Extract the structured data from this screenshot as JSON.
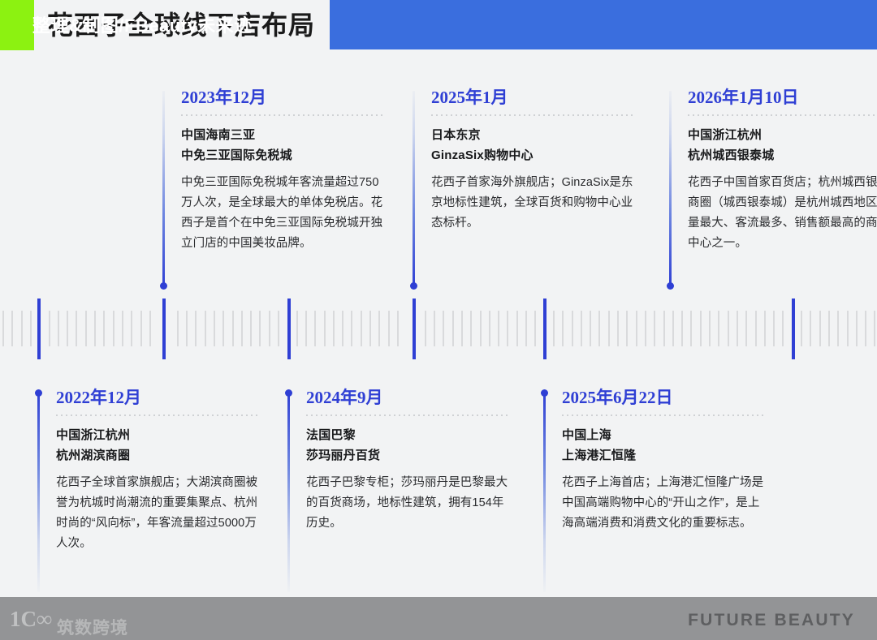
{
  "header": {
    "title": "花西子全球线下店布局",
    "green_accent": "#8cf211",
    "blue_accent": "#3a6ede"
  },
  "timeline": {
    "accent_color": "#2f3fd4",
    "tick_color": "#d9dadc",
    "events": [
      {
        "position": "bottom",
        "date": "2022年12月",
        "city": "中国浙江杭州",
        "venue": "杭州湖滨商圈",
        "description": "花西子全球首家旗舰店；大湖滨商圈被誉为杭城时尚潮流的重要集聚点、杭州时尚的“风向标”，年客流量超过5000万人次。"
      },
      {
        "position": "top",
        "date": "2023年12月",
        "city": "中国海南三亚",
        "venue": "中免三亚国际免税城",
        "description": "中免三亚国际免税城年客流量超过750万人次，是全球最大的单体免税店。花西子是首个在中免三亚国际免税城开独立门店的中国美妆品牌。"
      },
      {
        "position": "bottom",
        "date": "2024年9月",
        "city": "法国巴黎",
        "venue": "莎玛丽丹百货",
        "description": "花西子巴黎专柜；莎玛丽丹是巴黎最大的百货商场，地标性建筑，拥有154年历史。"
      },
      {
        "position": "top",
        "date": "2025年1月",
        "city": "日本东京",
        "venue": "GinzaSix购物中心",
        "description": "花西子首家海外旗舰店；GinzaSix是东京地标性建筑，全球百货和购物中心业态标杆。"
      },
      {
        "position": "bottom",
        "date": "2025年6月22日",
        "city": "中国上海",
        "venue": "上海港汇恒隆",
        "description": "花西子上海首店；上海港汇恒隆广场是中国高端购物中心的“开山之作”，是上海高端消费和消费文化的重要标志。"
      },
      {
        "position": "top",
        "date": "2026年1月10日",
        "city": "中国浙江杭州",
        "venue": "杭州城西银泰城",
        "description": "花西子中国首家百货店；杭州城西银泰商圈（城西银泰城）是杭州城西地区体量最大、客流最多、销售额最高的商业中心之一。"
      }
    ]
  },
  "footer": {
    "credit": "整理&制图/FBeauty未来迹",
    "brand": "FUTURE BEAUTY",
    "background": "#939496",
    "watermark_mark": "1C∞",
    "watermark_text": "筑数跨境"
  }
}
